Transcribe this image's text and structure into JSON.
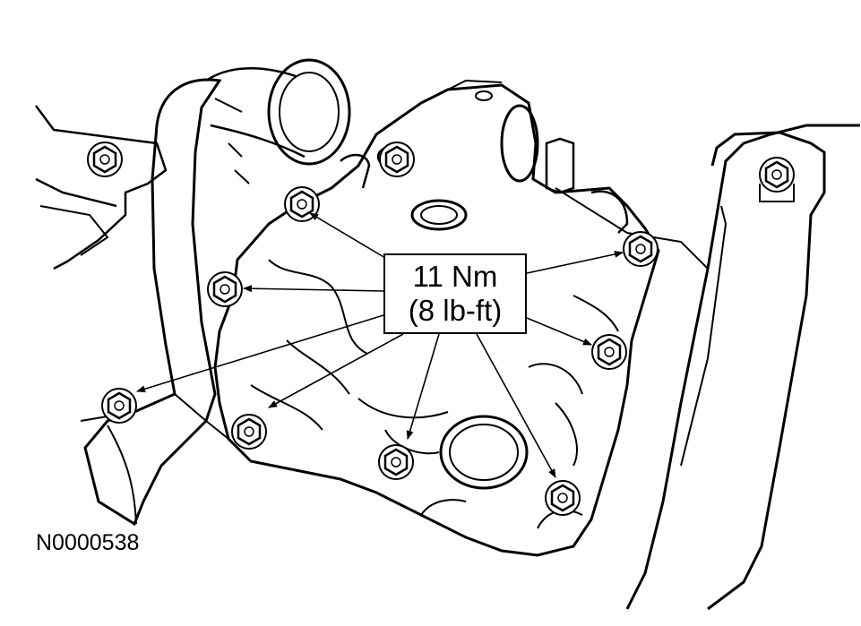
{
  "callout": {
    "torque_metric": "11 Nm",
    "torque_imperial": "(8 lb-ft)"
  },
  "figure": {
    "id": "N0000538"
  },
  "colors": {
    "ink": "#000000",
    "paper": "#ffffff"
  },
  "icons": [
    "bolt-icon",
    "arrow-icon"
  ]
}
